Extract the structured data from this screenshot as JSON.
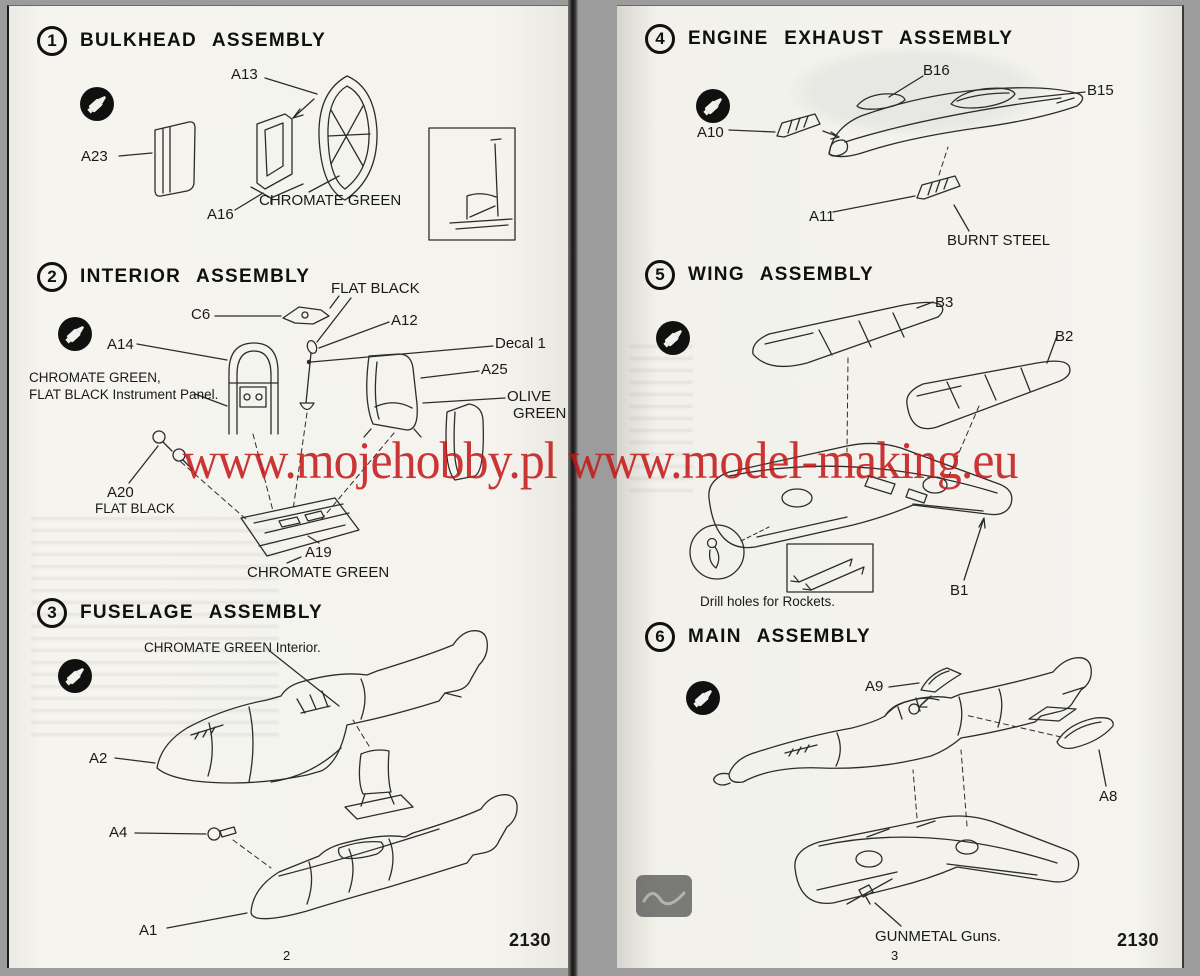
{
  "watermark": {
    "text": "www.mojehobby.pl www.model-making.eu",
    "color": "#c41515"
  },
  "left_page": {
    "kit_number": "2130",
    "page_number": "2",
    "step1": {
      "number": "1",
      "title": "BULKHEAD ASSEMBLY",
      "labels": {
        "a23": "A23",
        "a13": "A13",
        "a16": "A16",
        "chromate_green": "CHROMATE GREEN"
      }
    },
    "step2": {
      "number": "2",
      "title": "INTERIOR ASSEMBLY",
      "labels": {
        "flat_black_top": "FLAT BLACK",
        "c6": "C6",
        "a12": "A12",
        "a14": "A14",
        "decal_1": "Decal 1",
        "a25": "A25",
        "chromate_instrument_line1": "CHROMATE GREEN,",
        "chromate_instrument_line2": "FLAT BLACK Instrument Panel.",
        "olive_line1": "OLIVE",
        "olive_line2": "GREEN",
        "a20": "A20",
        "flat_black_bottom": "FLAT BLACK",
        "a19": "A19",
        "chromate_green_bottom": "CHROMATE GREEN"
      }
    },
    "step3": {
      "number": "3",
      "title": "FUSELAGE ASSEMBLY",
      "labels": {
        "chromate_interior": "CHROMATE GREEN Interior.",
        "a2": "A2",
        "a4": "A4",
        "a1": "A1"
      }
    }
  },
  "right_page": {
    "kit_number": "2130",
    "page_number": "3",
    "step4": {
      "number": "4",
      "title": "ENGINE EXHAUST ASSEMBLY",
      "labels": {
        "b16": "B16",
        "b15": "B15",
        "a10": "A10",
        "a11": "A11",
        "burnt_steel": "BURNT STEEL"
      }
    },
    "step5": {
      "number": "5",
      "title": "WING ASSEMBLY",
      "labels": {
        "b3": "B3",
        "b2": "B2",
        "b1": "B1",
        "drill_note": "Drill holes for Rockets."
      }
    },
    "step6": {
      "number": "6",
      "title": "MAIN ASSEMBLY",
      "labels": {
        "a9": "A9",
        "a8": "A8",
        "gunmetal": "GUNMETAL Guns."
      }
    }
  }
}
